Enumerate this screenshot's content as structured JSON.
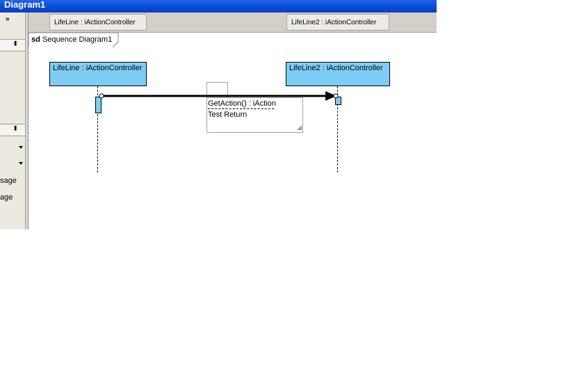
{
  "window": {
    "title": "Diagram1"
  },
  "left_panel": {
    "collapse_icon": "double-chevron-down-icon",
    "splitter_icon": "splitter-arrows-icon",
    "items": [
      "sage",
      "age"
    ]
  },
  "header": {
    "lifeline1_label": "LifeLine : iActionController",
    "lifeline2_label": "LifeLine2 : iActionController"
  },
  "diagram": {
    "frame_kind": "sd",
    "frame_name": "Sequence Diagram1",
    "lifelines": [
      {
        "label": "LifeLine : iActionController"
      },
      {
        "label": "LifeLine2 : iActionController"
      }
    ],
    "message": {
      "label": "GetAction() : iAction",
      "return_label": "Test Return"
    },
    "colors": {
      "lifeline_fill": "#7ecdf4",
      "titlebar": "#0a48d2"
    }
  }
}
